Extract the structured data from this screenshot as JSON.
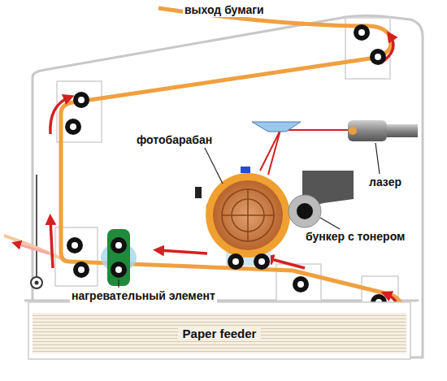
{
  "diagram": {
    "nodes": [
      {
        "text": [
          "Paper feeder"
        ]
      }
    ],
    "labels": [
      "выход бумаги",
      "фотобарабан",
      "лазер",
      "бункер с тонером",
      "нагревательный элемент"
    ]
  }
}
